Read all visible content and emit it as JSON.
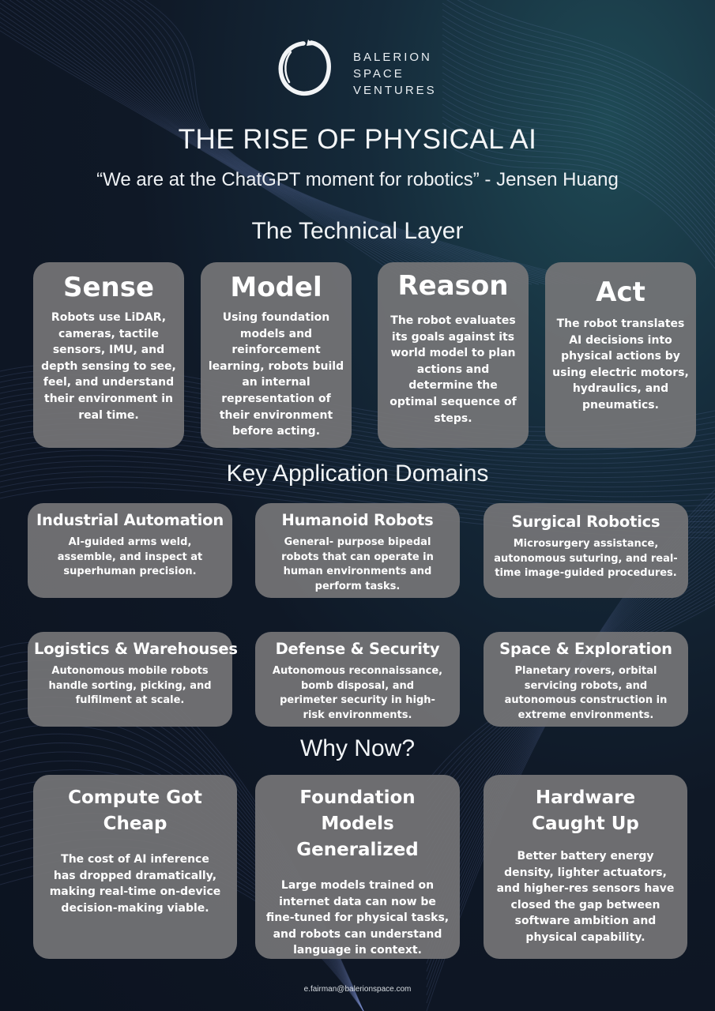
{
  "brand": {
    "lines": [
      "BALERION",
      "SPACE",
      "VENTURES"
    ],
    "accent_color": "#ffffff",
    "card_color": "#747476",
    "background_color": "#0f1826"
  },
  "header": {
    "title": "THE RISE OF PHYSICAL AI",
    "quote": "“We are at the ChatGPT moment for robotics” - Jensen Huang"
  },
  "technical_layer": {
    "heading": "The Technical Layer",
    "cards": [
      {
        "title": "Sense",
        "desc": "Robots use LiDAR, cameras, tactile sensors, IMU, and depth sensing to see, feel, and understand their environment in real time."
      },
      {
        "title": "Model",
        "desc": "Using foundation models and reinforcement learning, robots build an internal representation of their environment before acting."
      },
      {
        "title": "Reason",
        "desc": "The robot evaluates its goals against its world model to plan actions and determine the optimal sequence of steps."
      },
      {
        "title": "Act",
        "desc": "The robot translates AI decisions into physical actions by using electric motors, hydraulics, and pneumatics."
      }
    ]
  },
  "application_domains": {
    "heading": "Key Application Domains",
    "cards": [
      {
        "title": "Industrial Automation",
        "desc": "AI-guided arms weld, assemble, and inspect at superhuman precision."
      },
      {
        "title": "Humanoid Robots",
        "desc": "General- purpose bipedal robots that can operate in human environments and perform tasks."
      },
      {
        "title": "Surgical Robotics",
        "desc": "Microsurgery assistance, autonomous suturing, and real-time image-guided procedures."
      },
      {
        "title": "Logistics & Warehouses",
        "desc": "Autonomous mobile robots handle sorting, picking, and fulfilment at scale."
      },
      {
        "title": "Defense & Security",
        "desc": "Autonomous reconnaissance, bomb disposal, and perimeter security in high-risk environments."
      },
      {
        "title": "Space & Exploration",
        "desc": "Planetary rovers, orbital servicing robots, and autonomous construction in extreme environments."
      }
    ]
  },
  "why_now": {
    "heading": "Why Now?",
    "cards": [
      {
        "title": "Compute Got Cheap",
        "desc": "The cost of AI inference has dropped dramatically, making real-time on-device decision-making viable."
      },
      {
        "title": "Foundation Models Generalized",
        "desc": "Large models trained on internet data can now be fine-tuned for physical tasks, and robots can understand language in context."
      },
      {
        "title": "Hardware Caught Up",
        "desc": "Better battery energy density, lighter actuators, and higher-res sensors have closed the gap between software ambition and physical capability."
      }
    ]
  },
  "footer": {
    "email": "e.fairman@balerionspace.com"
  }
}
